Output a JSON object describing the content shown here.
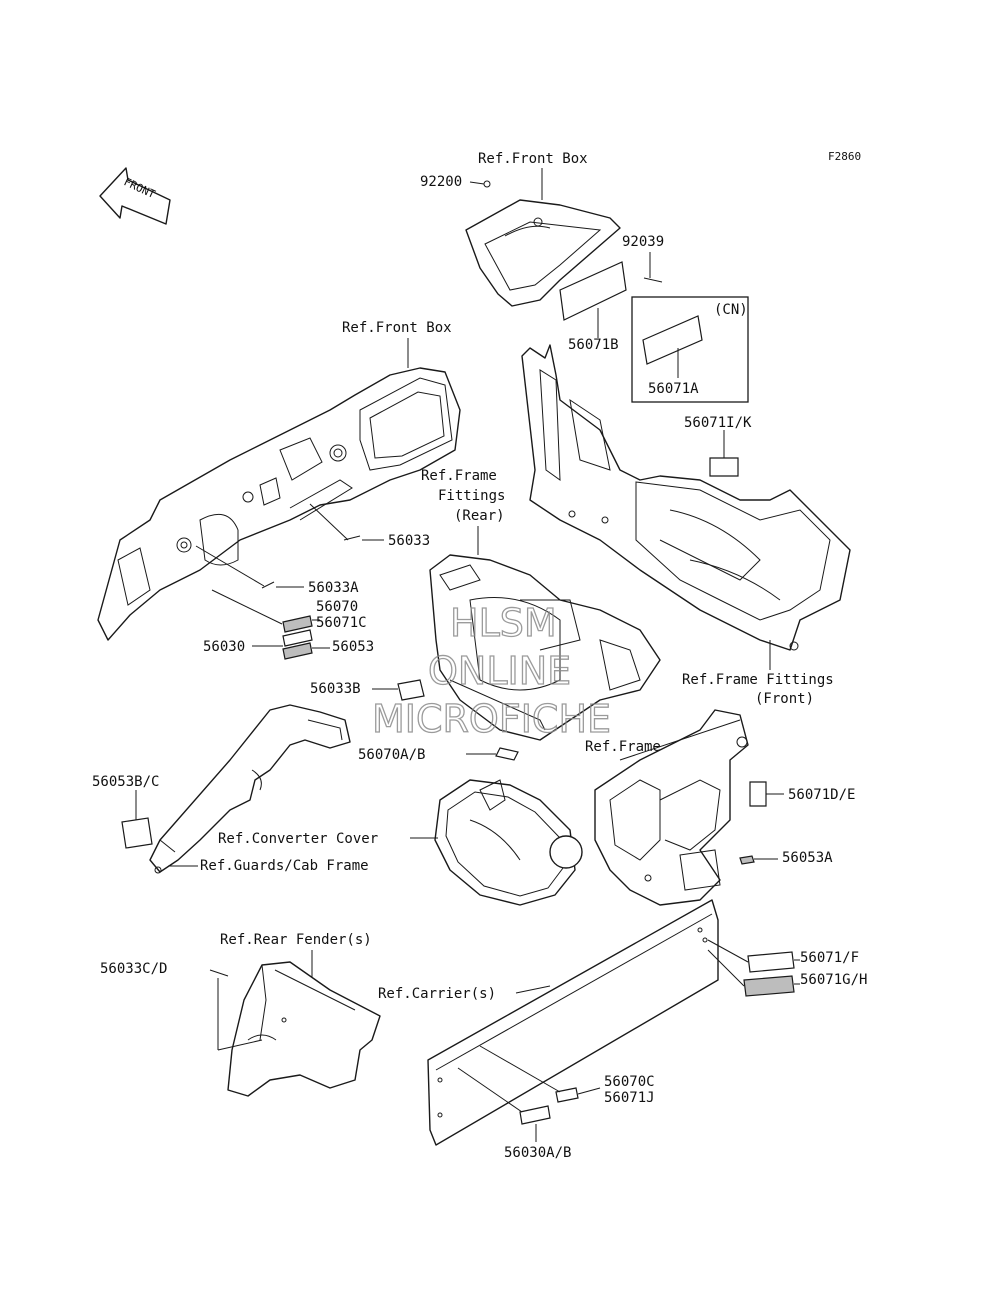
{
  "figure_code": "F2860",
  "front_arrow_label": "FRONT",
  "labels": {
    "ref_front_box_top": "Ref.Front Box",
    "p92200": "92200",
    "p92039": "92039",
    "cn": "(CN)",
    "p56071B": "56071B",
    "p56071A": "56071A",
    "ref_front_box": "Ref.Front Box",
    "p56071IK": "56071I/K",
    "ref_frame_fittings_rear_1": "Ref.Frame",
    "ref_frame_fittings_rear_2": "Fittings",
    "ref_frame_fittings_rear_3": "(Rear)",
    "p56033": "56033",
    "p56033A": "56033A",
    "p56070": "56070",
    "p56071C": "56071C",
    "p56030": "56030",
    "p56053": "56053",
    "ref_frame_fittings_front_1": "Ref.Frame Fittings",
    "ref_frame_fittings_front_2": "(Front)",
    "p56033B": "56033B",
    "ref_frame": "Ref.Frame",
    "p56070AB": "56070A/B",
    "p56071DE": "56071D/E",
    "p56053BC": "56053B/C",
    "ref_converter_cover": "Ref.Converter Cover",
    "ref_guards_cab_frame": "Ref.Guards/Cab Frame",
    "p56053A": "56053A",
    "ref_rear_fender": "Ref.Rear Fender(s)",
    "p56071F": "56071/F",
    "p56033CD": "56033C/D",
    "ref_carrier": "Ref.Carrier(s)",
    "p56071GH": "56071G/H",
    "p56070C": "56070C",
    "p56071J": "56071J",
    "p56030AB": "56030A/B"
  },
  "watermark": {
    "line1": "HLSM",
    "line2": "ONLINE",
    "line3": "MICROFICHE"
  }
}
